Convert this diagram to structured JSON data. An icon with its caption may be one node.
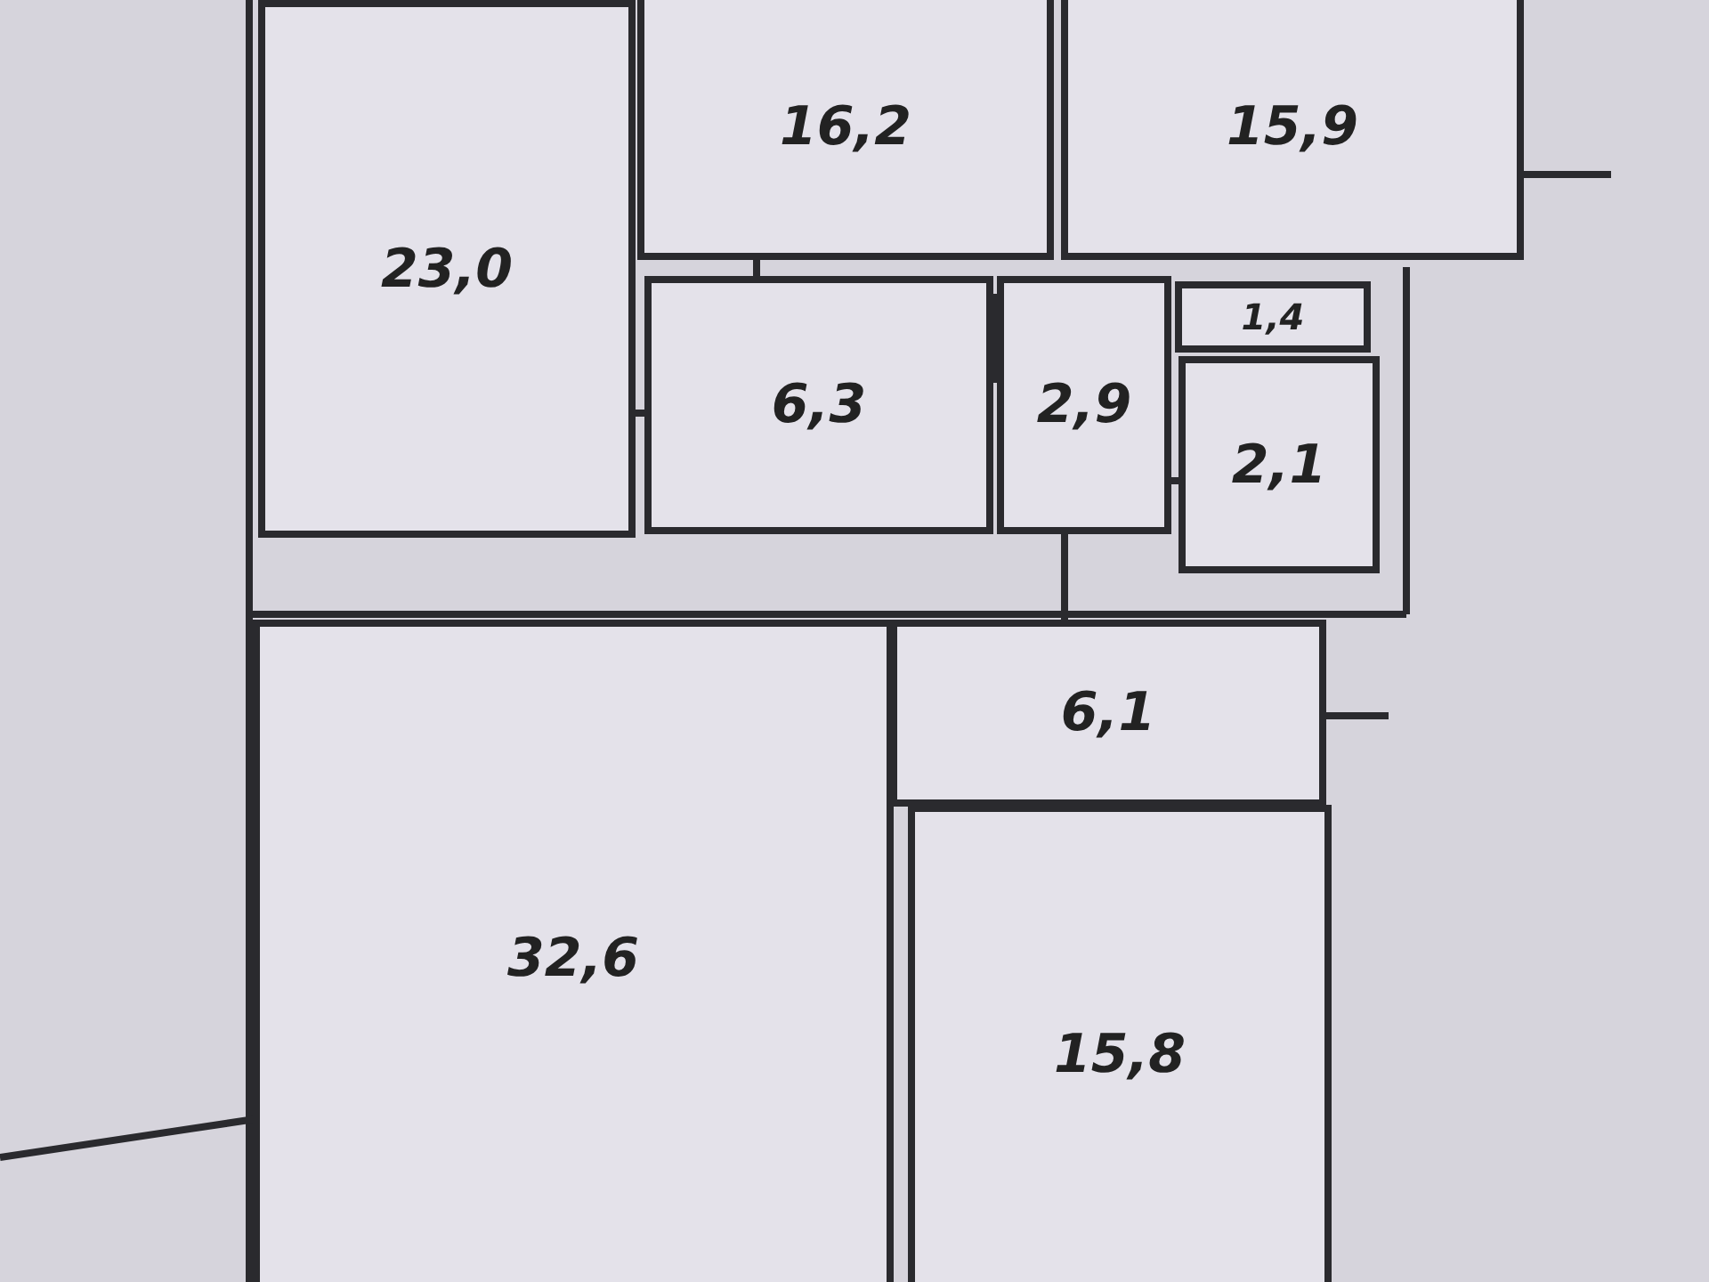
{
  "diagram": {
    "nodes": [
      {
        "text": [
          "23,0"
        ]
      },
      {
        "text": [
          "16,2"
        ]
      },
      {
        "text": [
          "15,9"
        ]
      },
      {
        "text": [
          "6,3"
        ]
      },
      {
        "text": [
          "2,9"
        ]
      },
      {
        "text": [
          "1,4"
        ]
      },
      {
        "text": [
          "2,1"
        ]
      },
      {
        "text": [
          "6,1"
        ]
      },
      {
        "text": [
          "32,6"
        ]
      },
      {
        "text": [
          "15,8"
        ]
      }
    ]
  }
}
